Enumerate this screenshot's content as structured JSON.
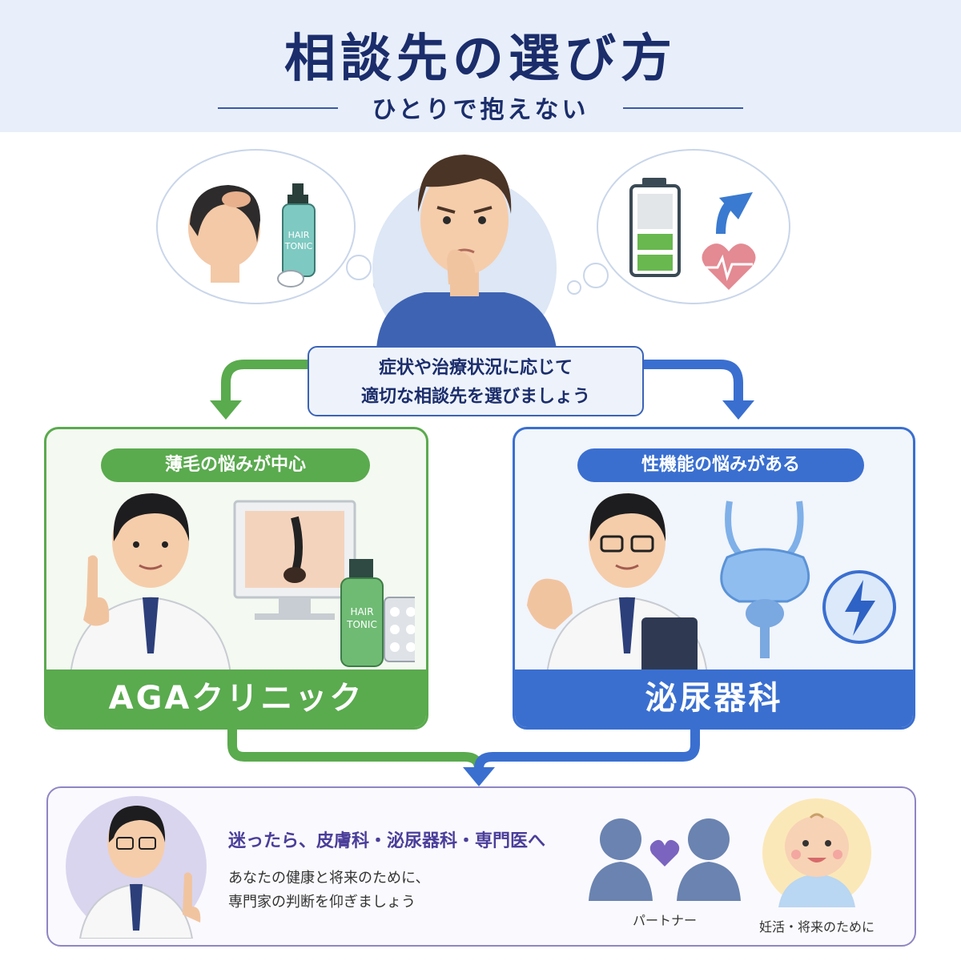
{
  "header": {
    "title": "相談先の選び方",
    "subtitle": "ひとりで抱えない"
  },
  "illustrations": {
    "hair_tonic_label_1": "HAIR",
    "hair_tonic_label_2": "TONIC"
  },
  "center": {
    "callout_line1": "症状や治療状況に応じて",
    "callout_line2": "適切な相談先を選びましょう"
  },
  "left_panel": {
    "pill": "薄毛の悩みが中心",
    "band": "AGAクリニック",
    "accent": "#5aaa4e"
  },
  "right_panel": {
    "pill": "性機能の悩みがある",
    "band": "泌尿器科",
    "accent": "#3a6fd0"
  },
  "bottom": {
    "title": "迷ったら、皮膚科・泌尿器科・専門医へ",
    "text_line1": "あなたの健康と将来のために、",
    "text_line2": "専門家の判断を仰ぎましょう",
    "caption_partner": "パートナー",
    "caption_future": "妊活・将来のために",
    "accent": "#8e86c4"
  }
}
